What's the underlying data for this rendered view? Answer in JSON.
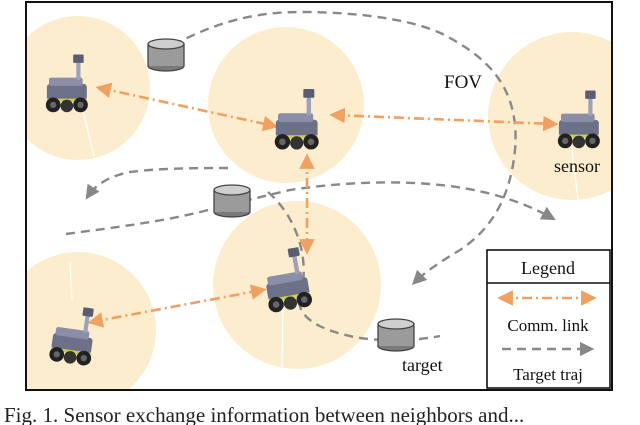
{
  "labels": {
    "fov": "FOV",
    "sensor": "sensor",
    "target": "target"
  },
  "legend": {
    "title": "Legend",
    "comm_link": "Comm. link",
    "target_traj": "Target traj"
  },
  "caption": "Fig. 1. Sensor exchange information between neighbors and...",
  "colors": {
    "fov_fill": "#fdedcf",
    "comm_link": "#f0a060",
    "target_traj": "#888888",
    "robot_body": "#6c7089",
    "robot_accent": "#c9d24a"
  },
  "icons": [
    "robot-icon",
    "target-cylinder-icon"
  ]
}
